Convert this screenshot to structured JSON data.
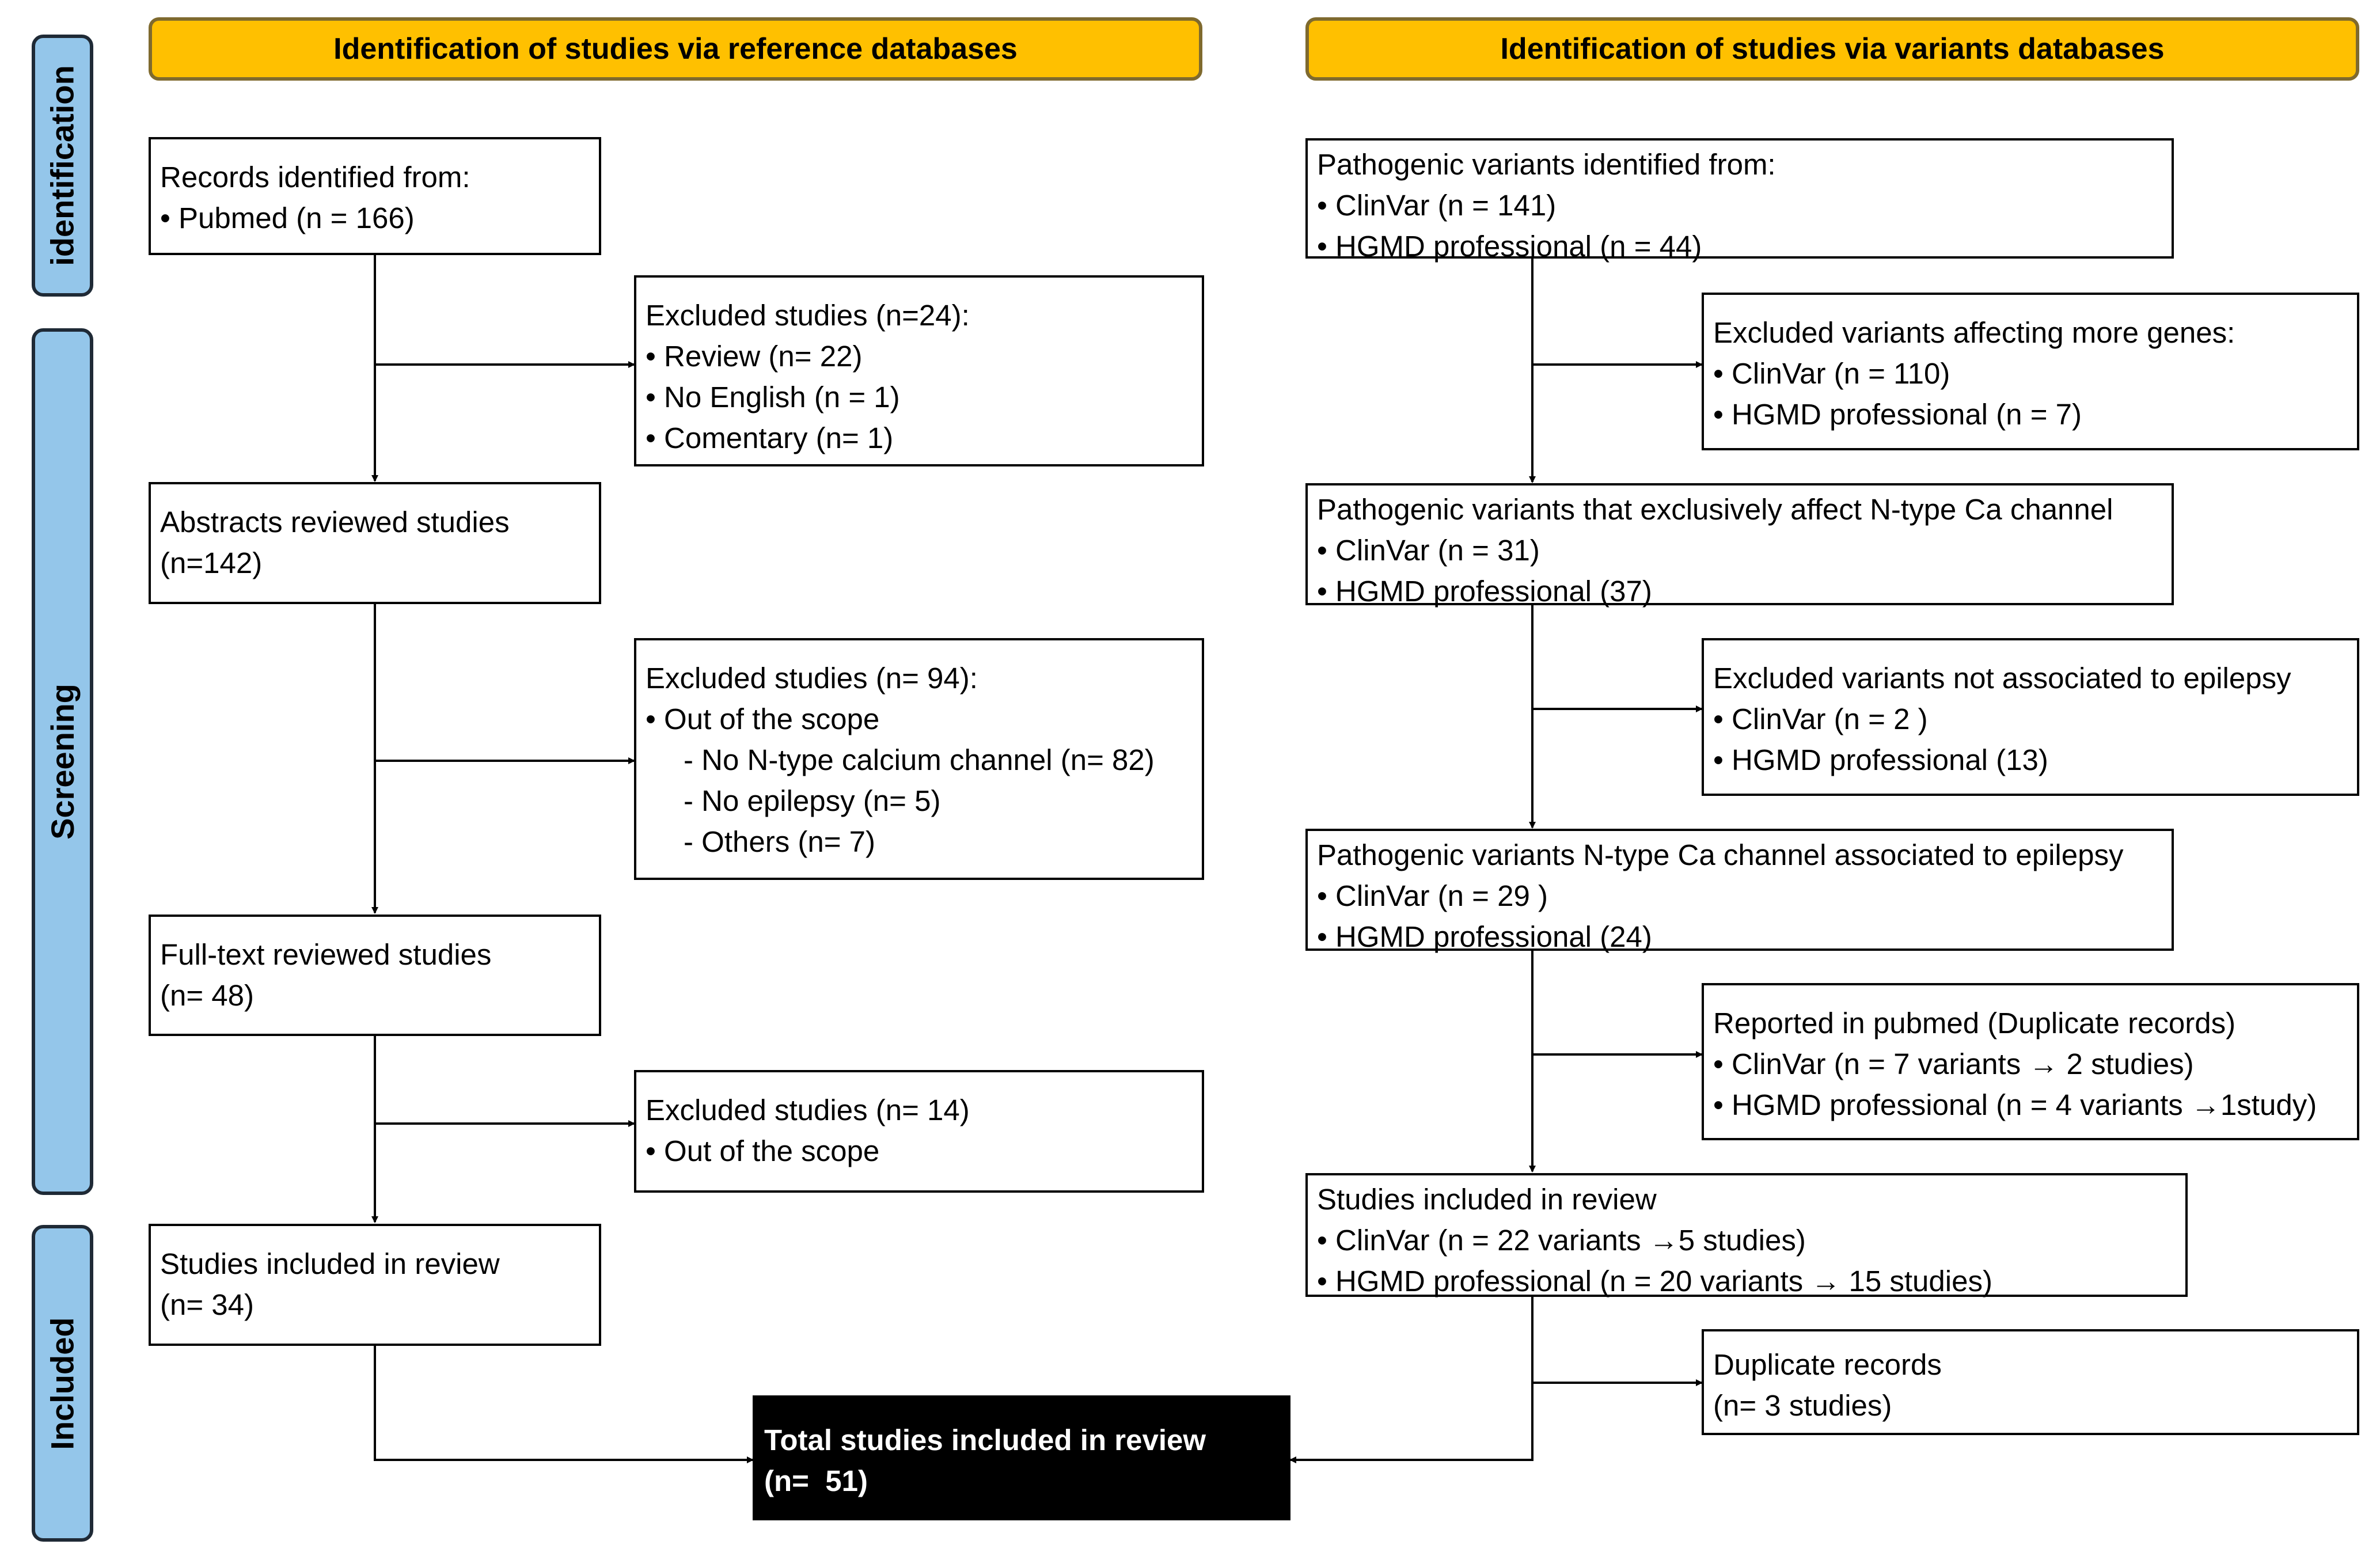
{
  "headers": {
    "left": "Identification of studies via reference databases",
    "right": "Identification of studies via variants databases"
  },
  "side_tabs": {
    "identification": "identification",
    "screening": "Screening",
    "included": "Included"
  },
  "left": {
    "records": {
      "title": "Records identified from:",
      "items": [
        "Pubmed (n = 166)"
      ]
    },
    "excluded1": {
      "title": "Excluded studies (n=24):",
      "items": [
        "Review (n= 22)",
        "No English (n = 1)",
        "Comentary (n= 1)"
      ]
    },
    "abstracts": {
      "lines": [
        "Abstracts reviewed studies",
        "(n=142)"
      ]
    },
    "excluded2": {
      "title": "Excluded studies (n= 94):",
      "items": [
        "Out of the scope"
      ],
      "subitems": [
        "No N-type calcium channel (n= 82)",
        "No epilepsy (n= 5)",
        "Others (n= 7)"
      ]
    },
    "fulltext": {
      "lines": [
        "Full-text reviewed studies",
        "(n= 48)"
      ]
    },
    "excluded3": {
      "title": "Excluded studies (n= 14)",
      "items": [
        "Out of the scope"
      ]
    },
    "included": {
      "lines": [
        "Studies included in review",
        "(n= 34)"
      ]
    }
  },
  "right": {
    "identified": {
      "title": "Pathogenic variants identified from:",
      "items": [
        "ClinVar (n = 141)",
        "HGMD professional (n = 44)"
      ]
    },
    "excluded_genes": {
      "title": "Excluded variants affecting more genes:",
      "items": [
        "ClinVar (n = 110)",
        "HGMD professional (n = 7)"
      ]
    },
    "exclusive": {
      "title": "Pathogenic variants that exclusively affect N-type Ca channel",
      "items": [
        "ClinVar (n = 31)",
        "HGMD professional (37)"
      ]
    },
    "excluded_epilepsy": {
      "title": "Excluded variants not associated to epilepsy",
      "items": [
        "ClinVar (n = 2 )",
        "HGMD professional (13)"
      ]
    },
    "associated": {
      "title": "Pathogenic variants N-type Ca channel associated to epilepsy",
      "items": [
        "ClinVar (n = 29 )",
        "HGMD professional (24)"
      ]
    },
    "reported": {
      "title": "Reported in pubmed (Duplicate records)",
      "items": [
        "ClinVar (n = 7 variants → 2 studies)",
        "HGMD professional (n = 4 variants →1study)"
      ]
    },
    "included": {
      "title": "Studies included in review",
      "items": [
        "ClinVar (n = 22 variants →5 studies)",
        "HGMD professional (n = 20 variants → 15 studies)"
      ]
    },
    "duplicate": {
      "lines": [
        "Duplicate records",
        "(n= 3 studies)"
      ]
    }
  },
  "total": {
    "lines": [
      "Total studies included in review",
      "(n=  51)"
    ]
  }
}
